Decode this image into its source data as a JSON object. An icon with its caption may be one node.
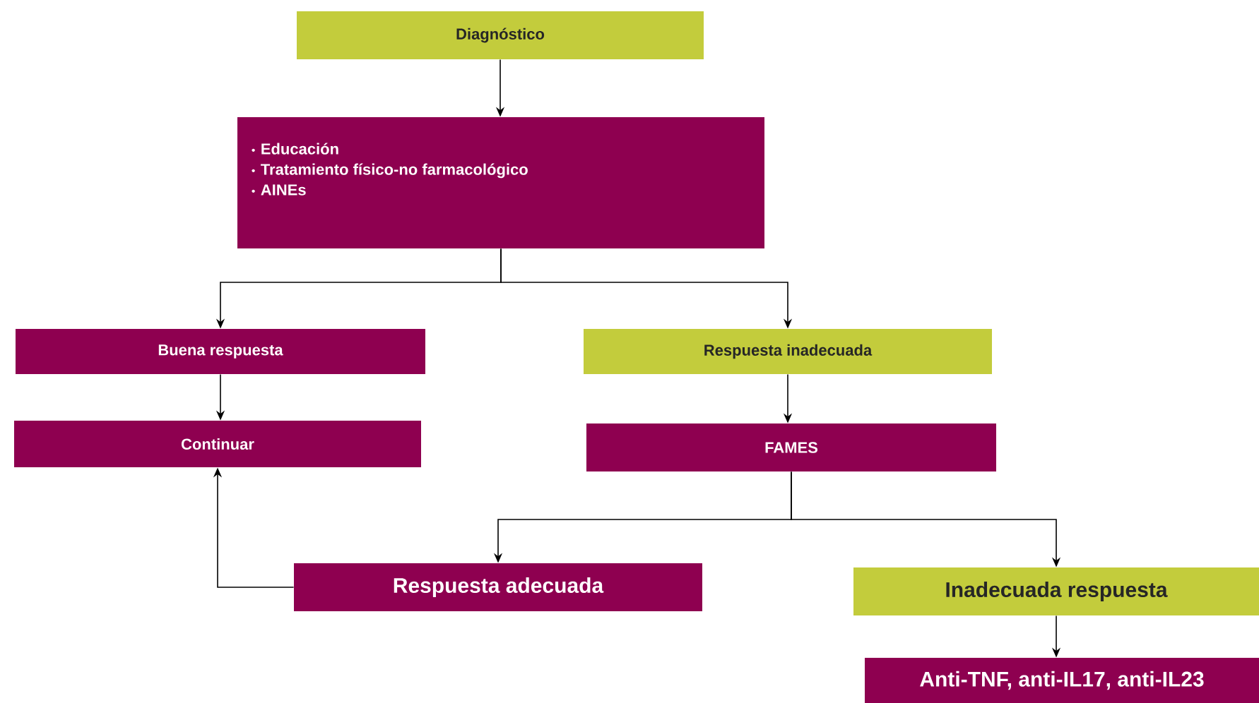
{
  "diagram": {
    "nodes": [
      {
        "text": [
          "Diagnóstico"
        ]
      },
      {
        "text": [
          "Educación",
          "Tratamiento físico-no farmacológico",
          "AINEs"
        ]
      },
      {
        "text": [
          "Buena respuesta"
        ]
      },
      {
        "text": [
          "Respuesta inadecuada"
        ]
      },
      {
        "text": [
          "Continuar"
        ]
      },
      {
        "text": [
          "FAMES"
        ]
      },
      {
        "text": [
          "Respuesta adecuada"
        ]
      },
      {
        "text": [
          "Inadecuada respuesta"
        ]
      },
      {
        "text": [
          "Anti-TNF, anti-IL17, anti-IL23"
        ]
      }
    ],
    "edges": [
      {
        "from": 0,
        "to": 1,
        "arrow": "to"
      },
      {
        "from": 1,
        "to": 2,
        "arrow": "to"
      },
      {
        "from": 1,
        "to": 3,
        "arrow": "to"
      },
      {
        "from": 2,
        "to": 4,
        "arrow": "to"
      },
      {
        "from": 3,
        "to": 5,
        "arrow": "to"
      },
      {
        "from": 5,
        "to": 6,
        "arrow": "to"
      },
      {
        "from": 5,
        "to": 7,
        "arrow": "to"
      },
      {
        "from": 6,
        "to": 4,
        "arrow": "to"
      },
      {
        "from": 7,
        "to": 8,
        "arrow": "to"
      }
    ]
  }
}
